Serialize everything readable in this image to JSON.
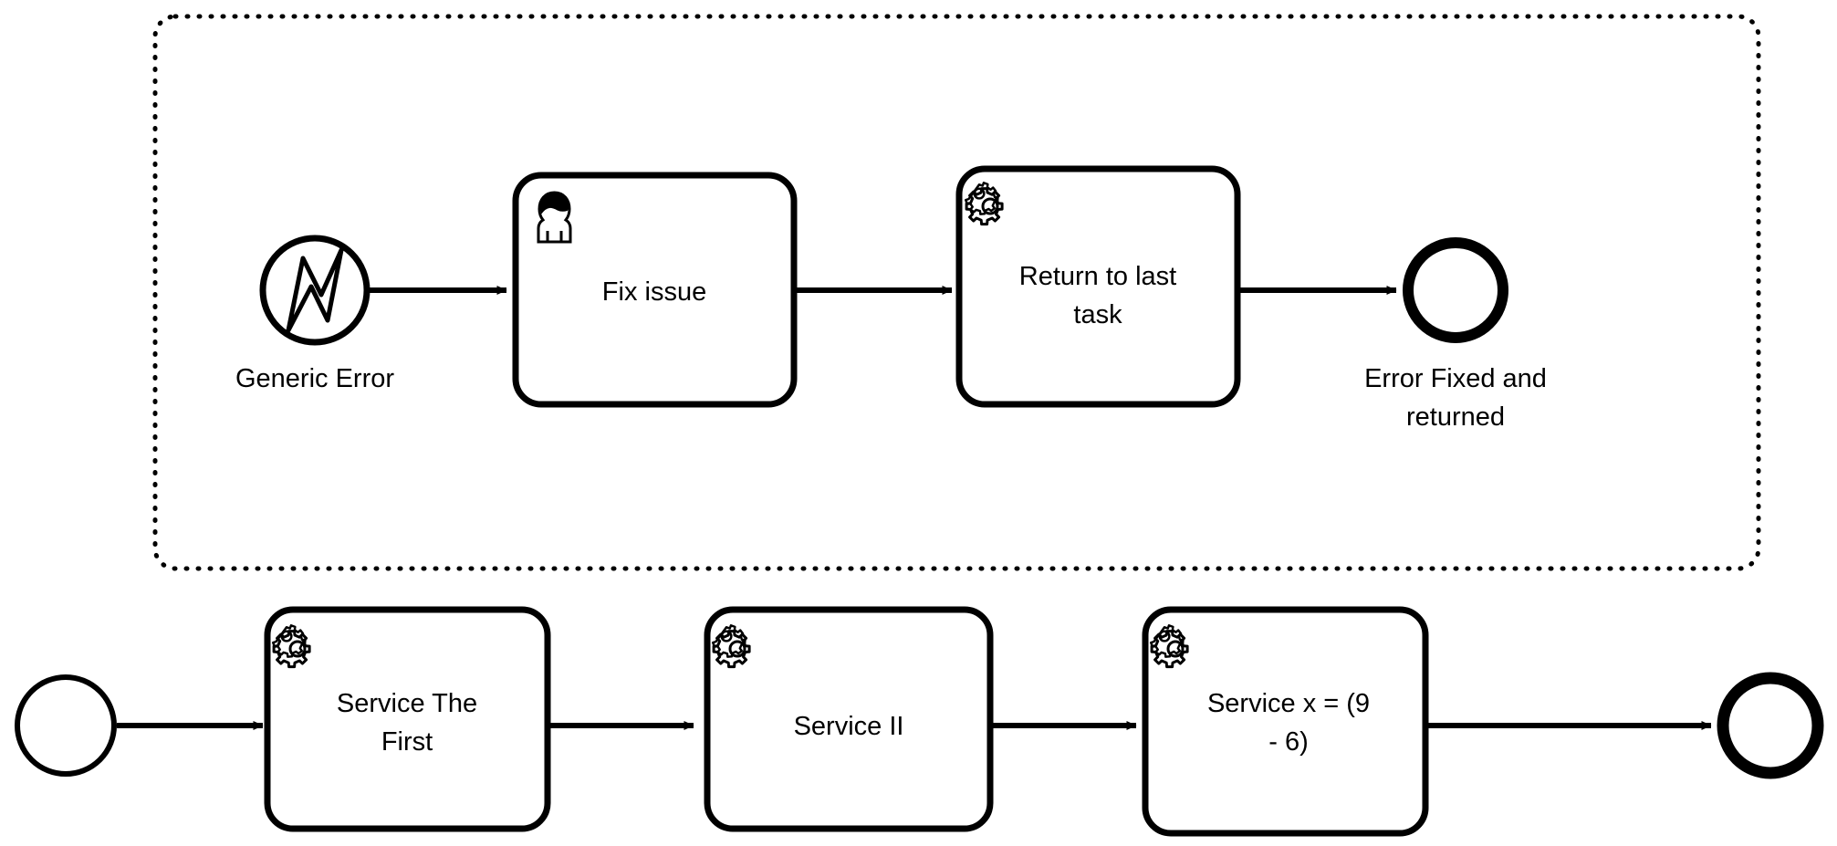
{
  "diagram": {
    "type": "bpmn-process-diagram",
    "title": "",
    "background_color": "#ffffff",
    "stroke_color": "#000000",
    "fill_color": "#ffffff"
  },
  "subprocess": {
    "name": "error-handling-subprocess",
    "border_style": "dotted",
    "elements": {
      "start_event": {
        "label": "Generic Error",
        "event_type": "error-start-event",
        "icon": "error-bolt-icon"
      },
      "task_1": {
        "label": "Fix issue",
        "task_type": "user-task",
        "icon": "user-icon"
      },
      "task_2": {
        "label_line_1": "Return to last",
        "label_line_2": "task",
        "task_type": "service-task",
        "icon": "gear-icon"
      },
      "end_event": {
        "label_line_1": "Error Fixed and",
        "label_line_2": "returned",
        "event_type": "end-event",
        "icon": "none"
      }
    }
  },
  "main_process": {
    "name": "main-service-process",
    "elements": {
      "start_event": {
        "label": "",
        "event_type": "start-event",
        "icon": "none"
      },
      "task_1": {
        "label_line_1": "Service The",
        "label_line_2": "First",
        "task_type": "service-task",
        "icon": "gear-icon"
      },
      "task_2": {
        "label_line_1": "Service II",
        "label_line_2": "",
        "task_type": "service-task",
        "icon": "gear-icon"
      },
      "task_3": {
        "label_line_1": "Service x = (9",
        "label_line_2": "- 6)",
        "task_type": "service-task",
        "icon": "gear-icon"
      },
      "end_event": {
        "label": "",
        "event_type": "end-event",
        "icon": "none"
      }
    }
  },
  "sequence_flows": [
    {
      "name": "flow-generic-error-to-fix-issue"
    },
    {
      "name": "flow-fix-issue-to-return-to-last-task"
    },
    {
      "name": "flow-return-to-last-task-to-error-fixed"
    },
    {
      "name": "flow-start-to-service-the-first"
    },
    {
      "name": "flow-service-the-first-to-service-ii"
    },
    {
      "name": "flow-service-ii-to-service-x"
    },
    {
      "name": "flow-service-x-to-end"
    }
  ]
}
